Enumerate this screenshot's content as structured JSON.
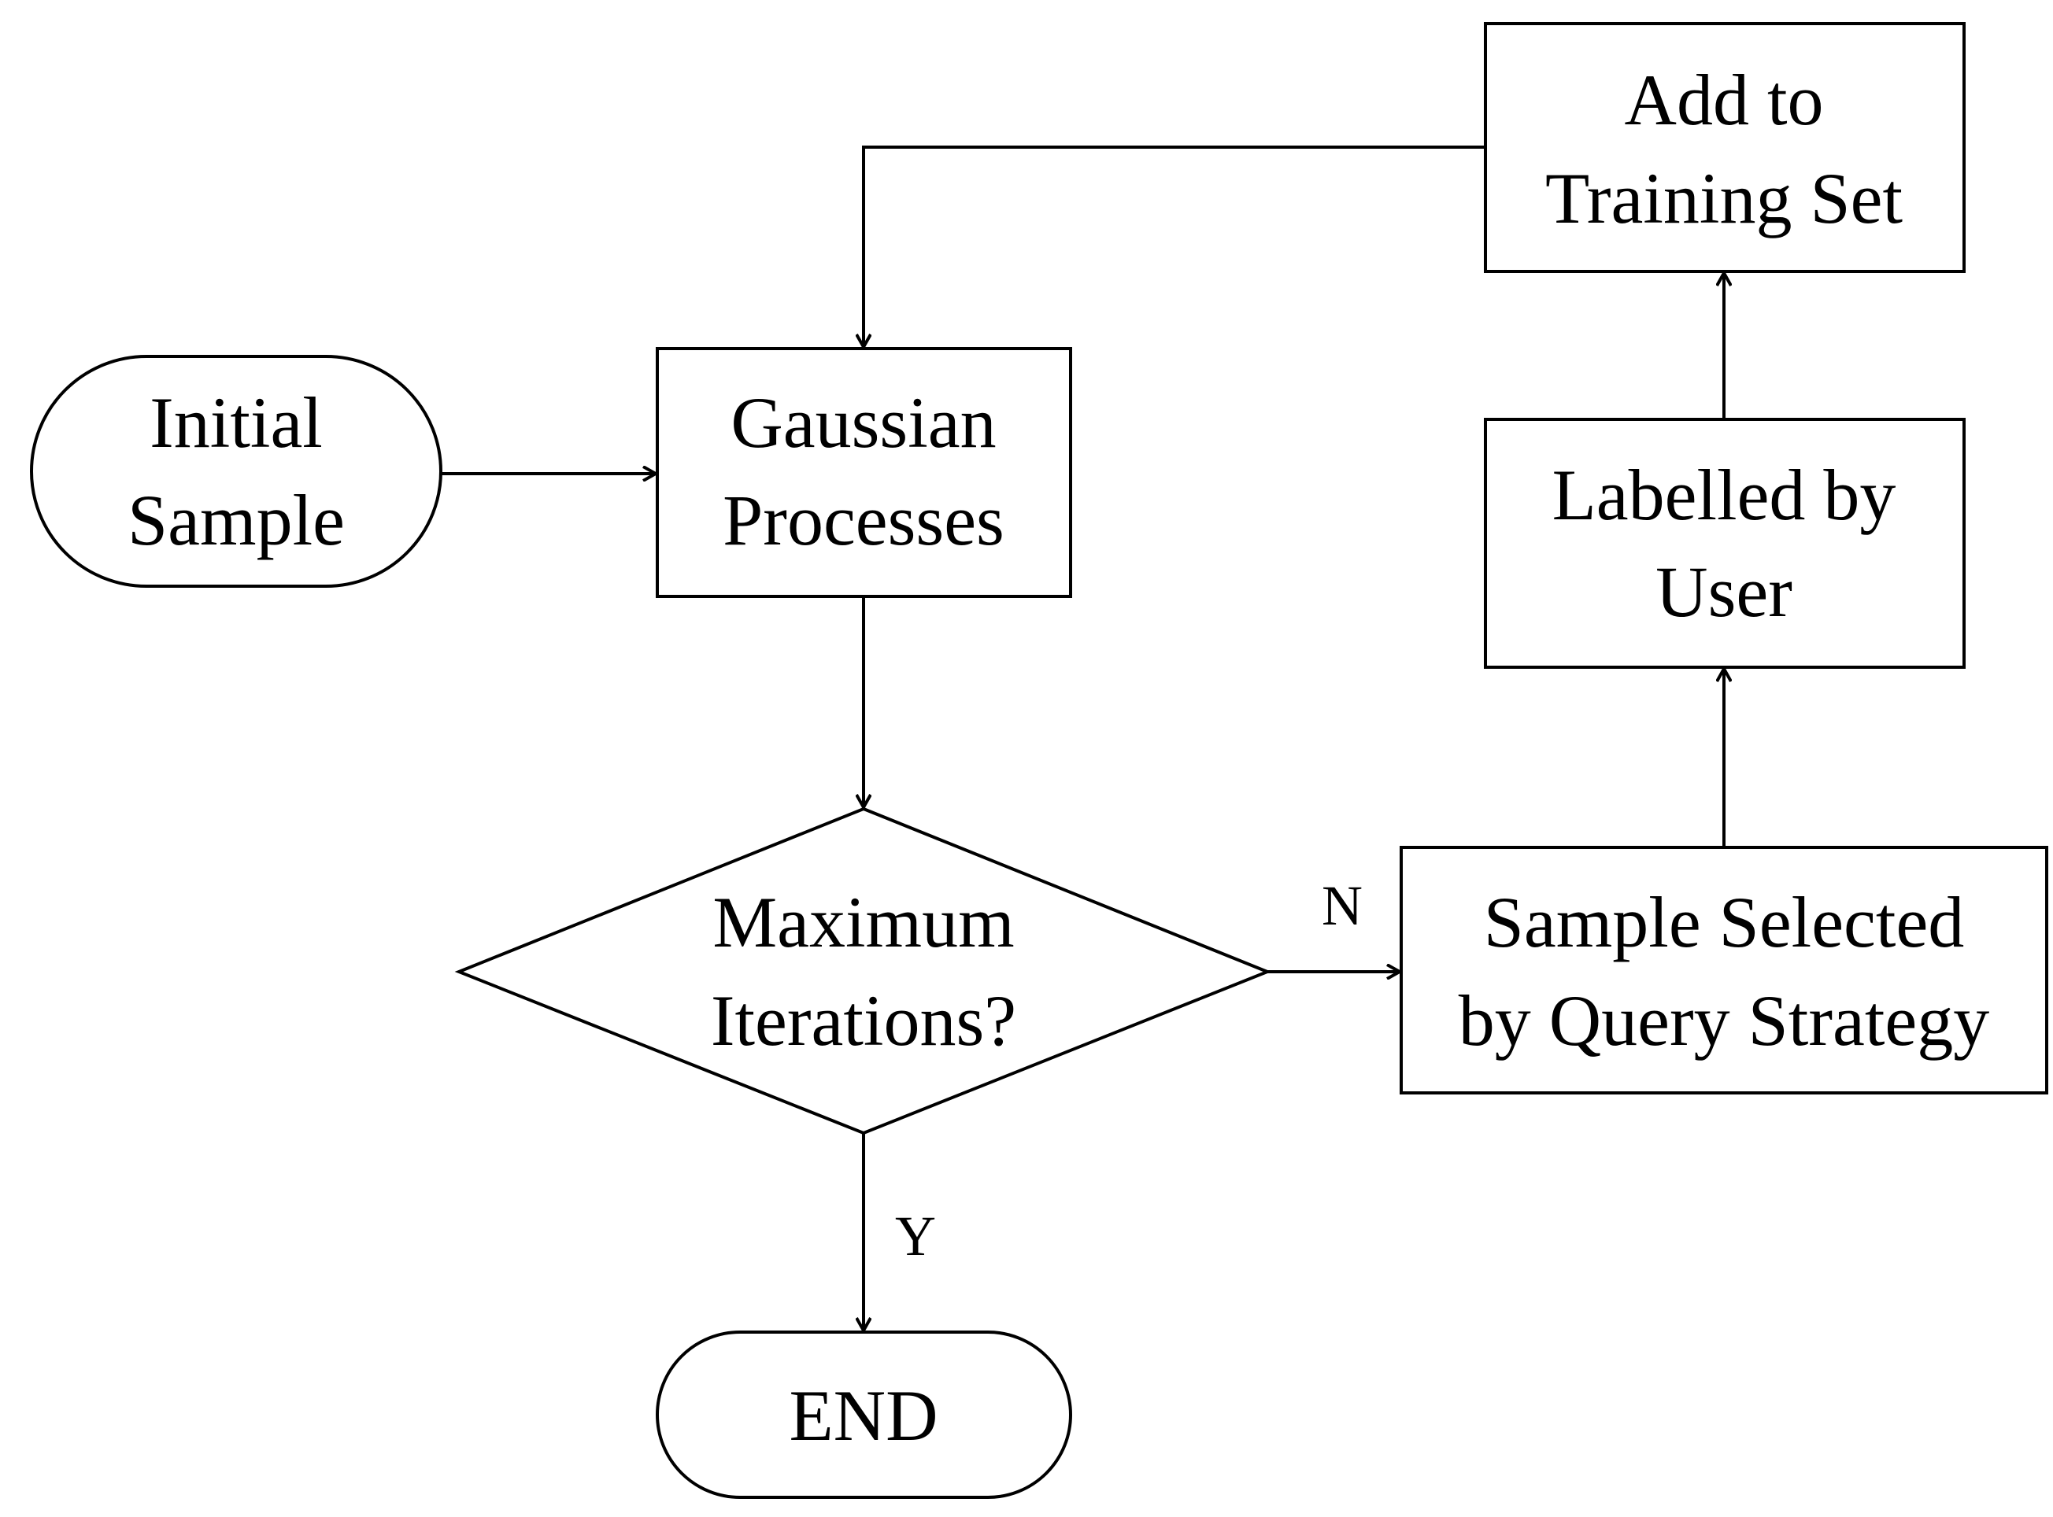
{
  "nodes": {
    "initial_sample": {
      "lines": [
        "Initial",
        "Sample"
      ]
    },
    "gaussian_processes": {
      "lines": [
        "Gaussian",
        "Processes"
      ]
    },
    "max_iterations": {
      "lines": [
        "Maximum",
        "Iterations?"
      ]
    },
    "sample_selected": {
      "lines": [
        "Sample Selected",
        "by Query Strategy"
      ]
    },
    "labelled_by_user": {
      "lines": [
        "Labelled by",
        "User"
      ]
    },
    "add_to_training_set": {
      "lines": [
        "Add to",
        "Training Set"
      ]
    },
    "end": {
      "lines": [
        "END"
      ]
    }
  },
  "edges": {
    "no_label": "N",
    "yes_label": "Y"
  },
  "colors": {
    "stroke": "#000000",
    "background": "#ffffff"
  }
}
